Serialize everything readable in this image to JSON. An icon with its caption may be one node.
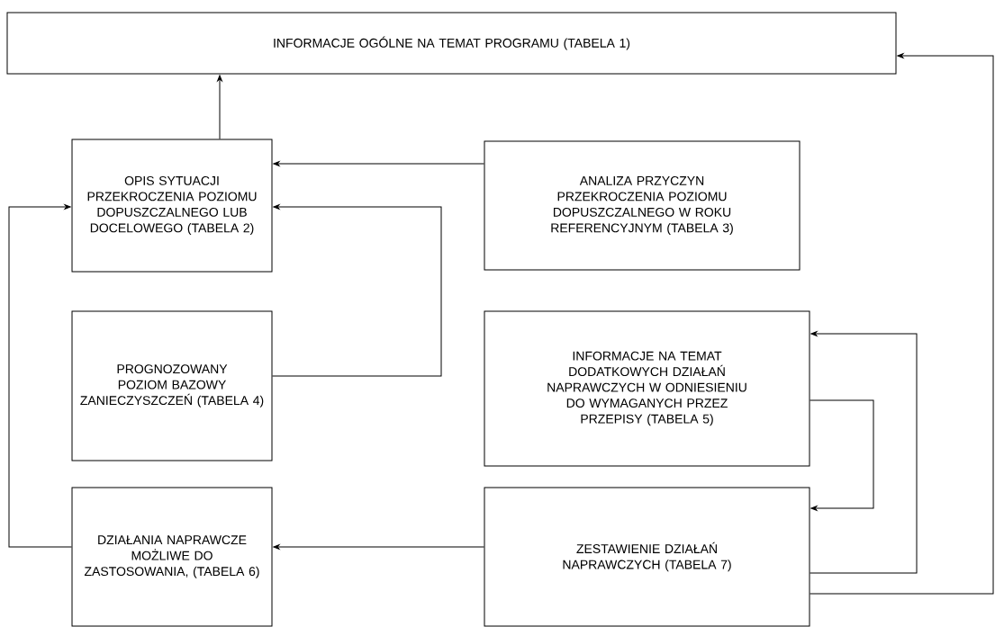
{
  "diagram": {
    "nodes": [
      {
        "text": [
          "INFORMACJE OGÓLNE NA TEMAT PROGRAMU (TABELA 1)"
        ]
      },
      {
        "text": [
          "OPIS SYTUACJI PRZEKROCZENIA POZIOMU DOPUSZCZALNEGO LUB DOCELOWEGO (TABELA 2)"
        ]
      },
      {
        "text": [
          "ANALIZA PRZYCZYN PRZEKROCZENIA POZIOMU DOPUSZCZALNEGO W ROKU REFERENCYJNYM (TABELA 3)"
        ]
      },
      {
        "text": [
          "PROGNOZOWANY POZIOM BAZOWY ZANIECZYSZCZEŃ (TABELA 4)"
        ]
      },
      {
        "text": [
          "INFORMACJE NA TEMAT DODATKOWYCH DZIAŁAŃ NAPRAWCZYCH W ODNIESIENIU DO WYMAGANYCH PRZEZ PRZEPISY (TABELA 5)"
        ]
      },
      {
        "text": [
          "DZIAŁANIA NAPRAWCZE MOŻLIWE DO ZASTOSOWANIA, (TABELA 6)"
        ]
      },
      {
        "text": [
          "ZESTAWIENIE DZIAŁAŃ NAPRAWCZYCH (TABELA 7)"
        ]
      }
    ],
    "edges": [
      {
        "from": 1,
        "to": 0,
        "arrow": "to"
      },
      {
        "from": 2,
        "to": 1,
        "arrow": "to"
      },
      {
        "from": 3,
        "to": 1,
        "arrow": "to"
      },
      {
        "from": 5,
        "to": 1,
        "arrow": "to"
      },
      {
        "from": 6,
        "to": 5,
        "arrow": "to"
      },
      {
        "from": 4,
        "to": 6,
        "arrow": "to"
      },
      {
        "from": 6,
        "to": 4,
        "arrow": "to"
      },
      {
        "from": 6,
        "to": 0,
        "arrow": "to"
      }
    ]
  }
}
